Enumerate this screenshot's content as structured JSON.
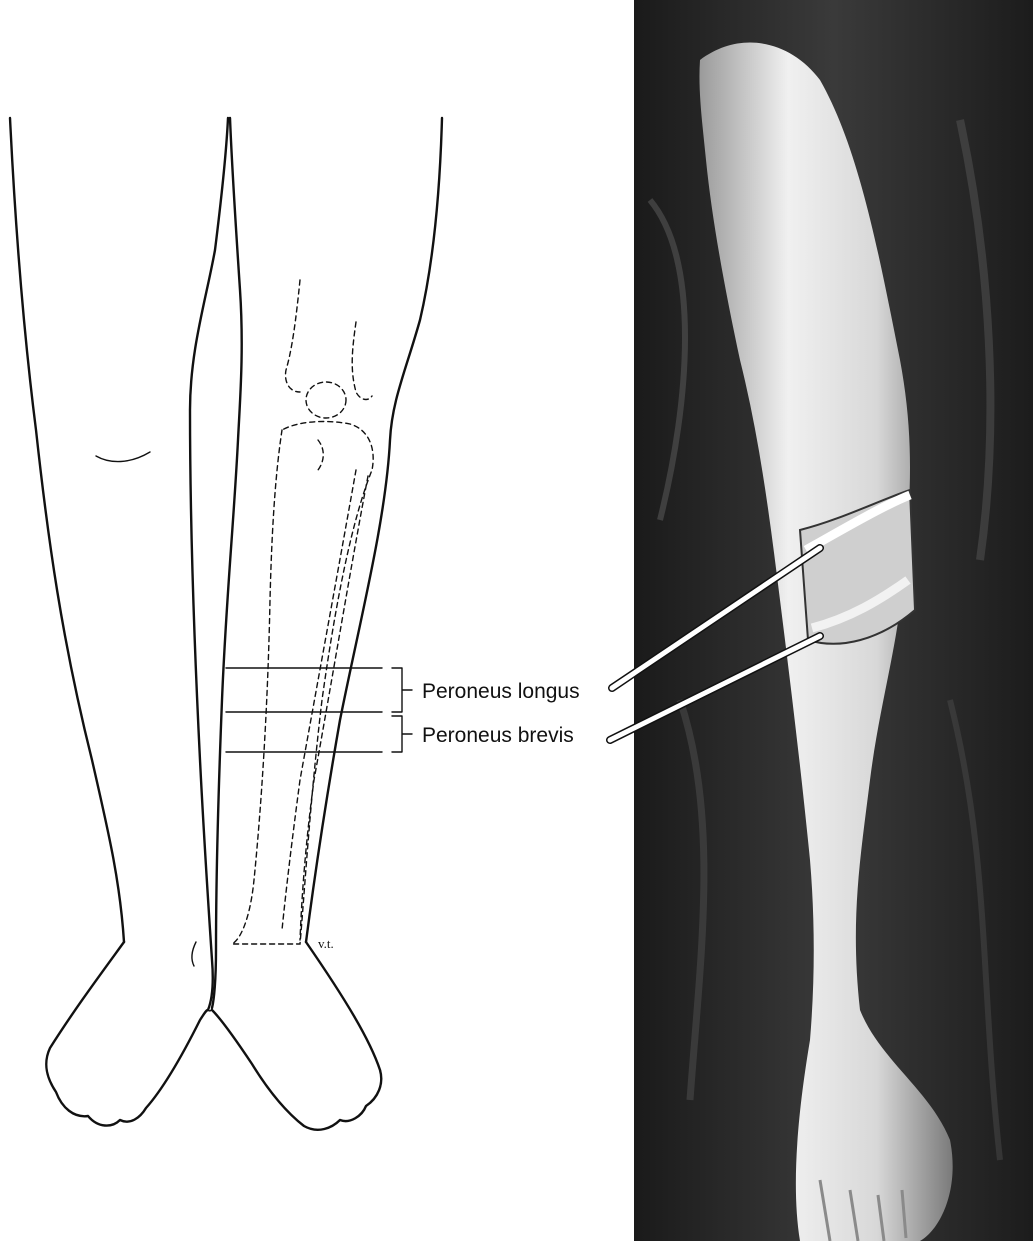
{
  "labels": {
    "peroneus_longus": "Peroneus longus",
    "peroneus_brevis": "Peroneus brevis",
    "artist_initials": "v.t."
  },
  "colors": {
    "line": "#111111",
    "background": "#ffffff",
    "photo_drape": "#2b2b2b",
    "photo_skin": "#e6e6e6"
  }
}
